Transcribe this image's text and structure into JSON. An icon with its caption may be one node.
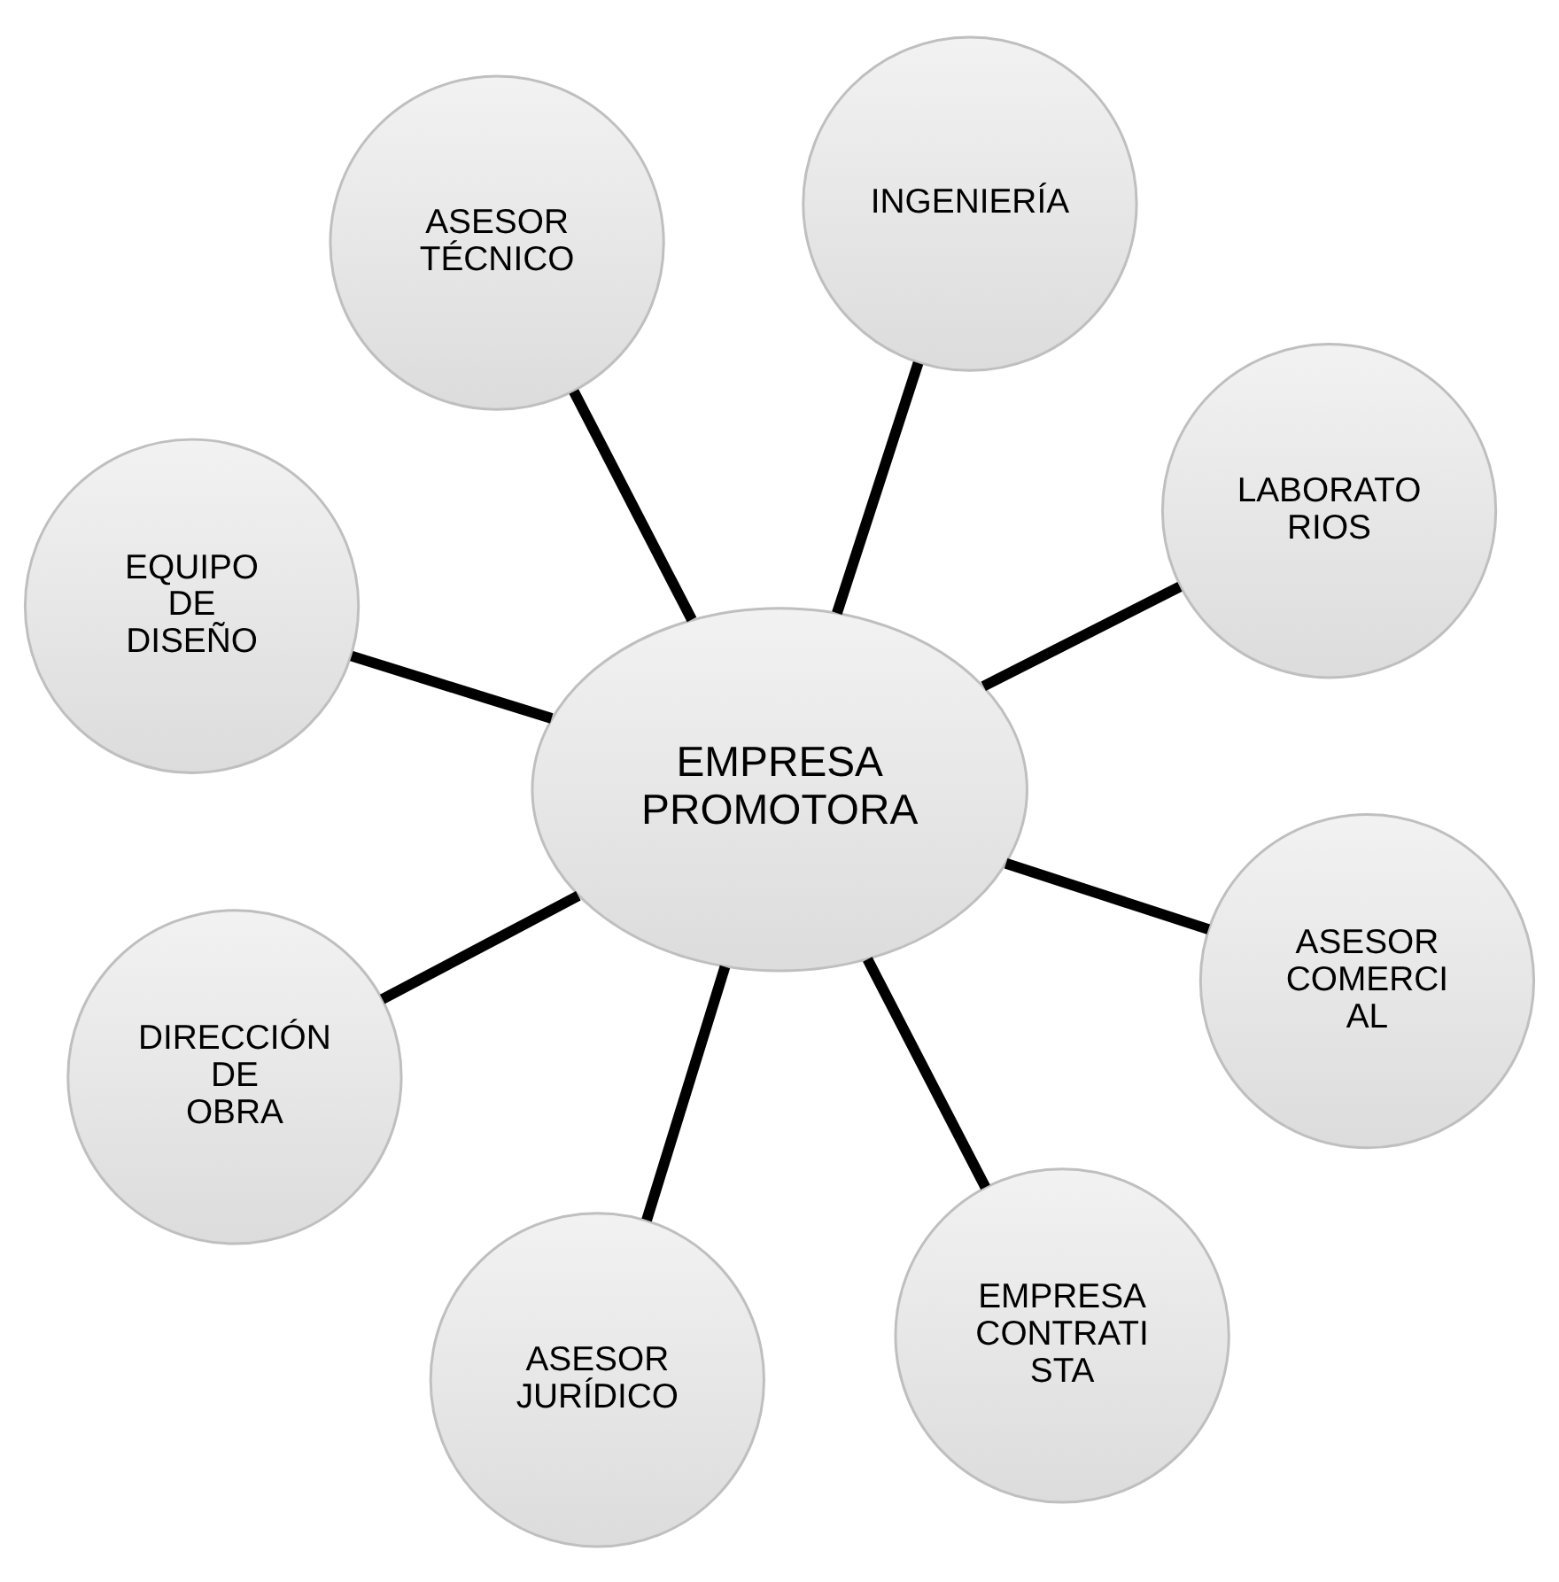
{
  "diagram": {
    "nodes": [
      {
        "text": [
          "EQUIPO DE DISEÑO"
        ]
      },
      {
        "text": [
          "LABORATO RIOS"
        ]
      },
      {
        "text": [
          "ASESOR JURÍDICO"
        ]
      },
      {
        "text": [
          "EMPRESA PROMOTORA"
        ]
      },
      {
        "text": [
          "INGENIERÍA"
        ]
      },
      {
        "text": [
          "ASESOR TÉCNICO"
        ]
      },
      {
        "text": [
          "DIRECCIÓN DE OBRA"
        ]
      },
      {
        "text": [
          "ASESOR COMERCI AL"
        ]
      },
      {
        "text": [
          "EMPRESA CONTRATI STA"
        ]
      }
    ],
    "edges": [
      {
        "from": 3,
        "to": 0,
        "arrow": "none"
      },
      {
        "from": 3,
        "to": 2,
        "arrow": "none"
      },
      {
        "from": 3,
        "to": 5,
        "arrow": "none"
      },
      {
        "from": 3,
        "to": 7,
        "arrow": "none"
      },
      {
        "from": 3,
        "to": 8,
        "arrow": "none"
      },
      {
        "from": 3,
        "to": 6,
        "arrow": "none"
      },
      {
        "from": 3,
        "to": 4,
        "arrow": "none"
      },
      {
        "from": 3,
        "to": 1,
        "arrow": "none"
      }
    ]
  }
}
